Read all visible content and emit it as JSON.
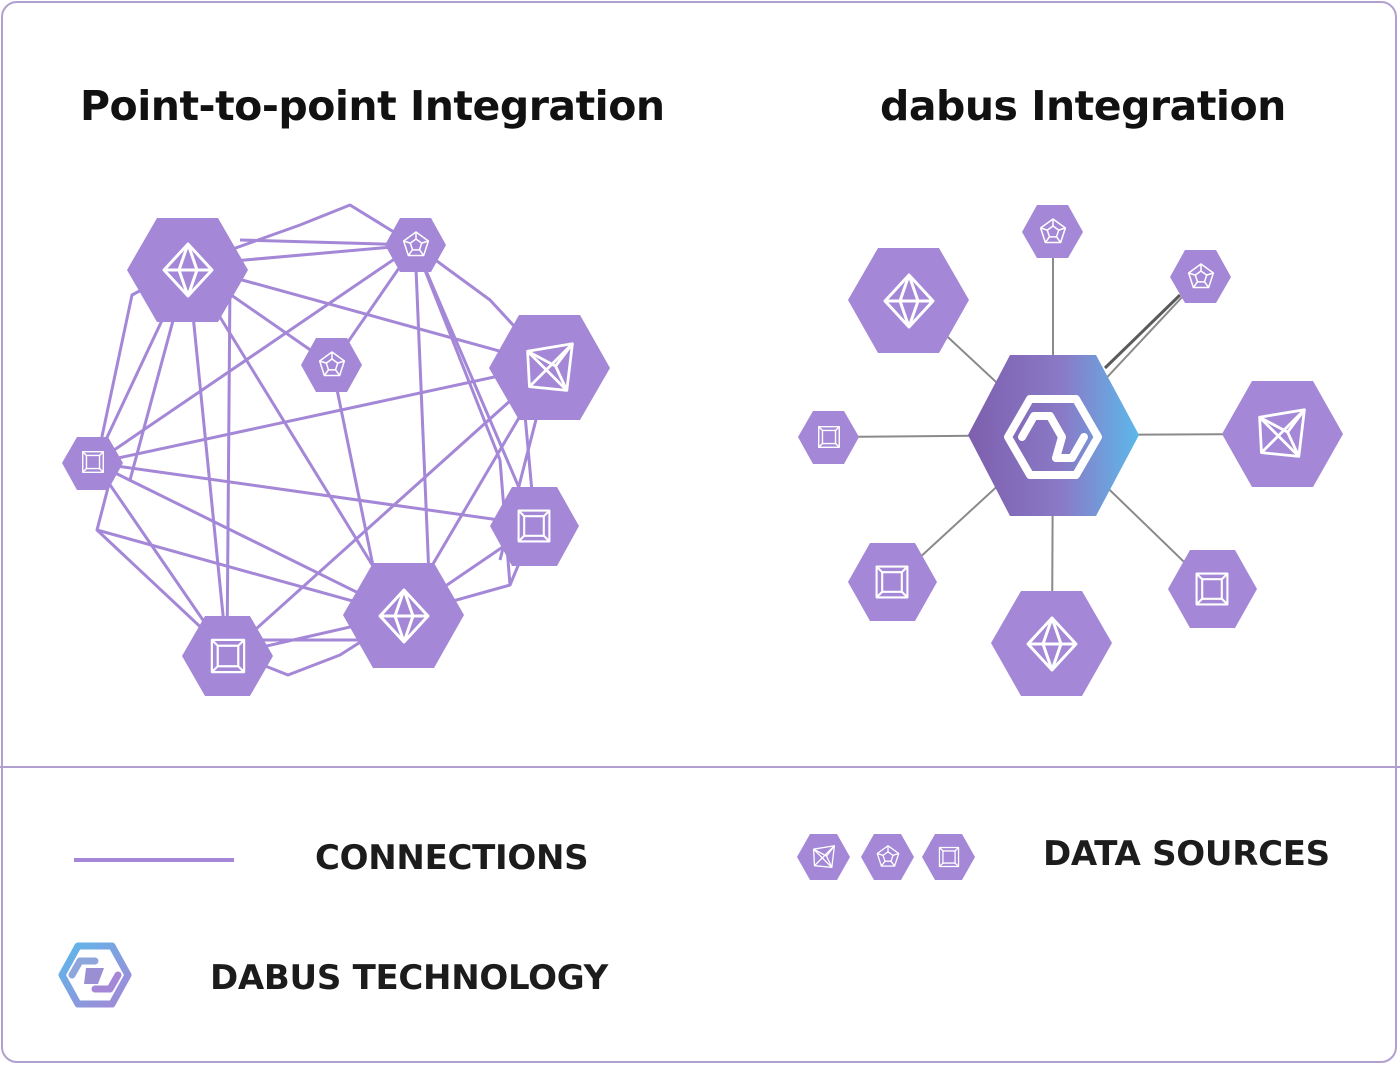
{
  "titles": {
    "left": "Point-to-point Integration",
    "right": "dabus Integration"
  },
  "legend": {
    "connections": "CONNECTIONS",
    "data_sources": "DATA SOURCES",
    "dabus_technology": "DABUS TECHNOLOGY"
  },
  "colors": {
    "node_fill": "#a487d6",
    "connection_line": "#a487d6",
    "hub_connection_line": "#8a8a8a",
    "hub_gradient_start": "#7d5fae",
    "hub_gradient_end": "#5cb8ea",
    "border": "#b19fd0",
    "text": "#111111"
  },
  "icons": {
    "octahedron": "octahedron-icon",
    "dodecahedron": "dodecahedron-icon",
    "cube": "cube-icon",
    "tetrahedron": "tetrahedron-icon",
    "dabus_logo": "dabus-logo-icon"
  }
}
